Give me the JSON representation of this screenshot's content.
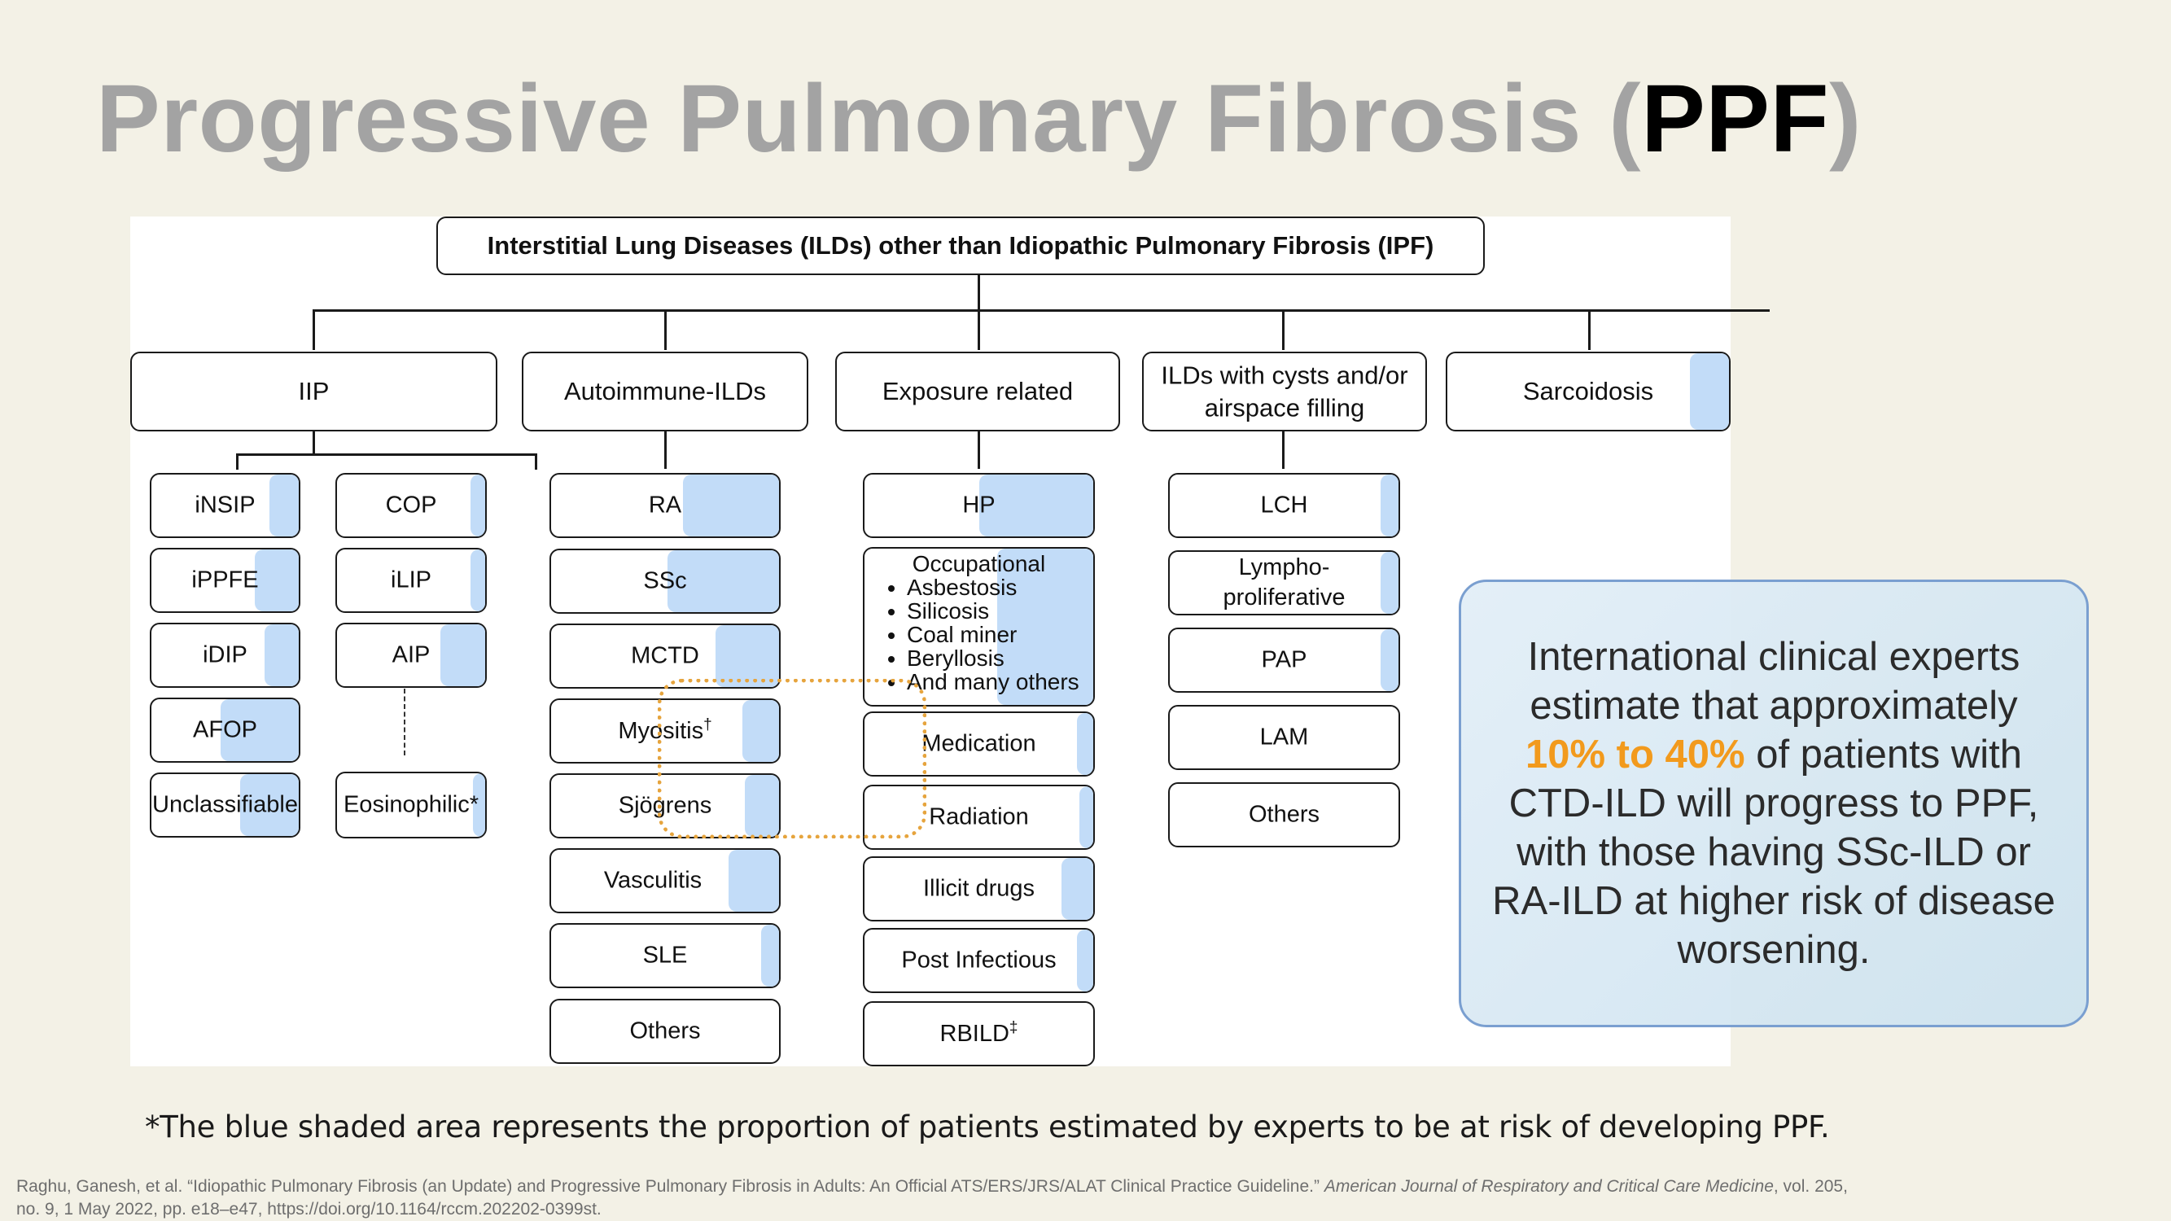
{
  "slide": {
    "title_pre": "Progressive Pulmonary Fibrosis (",
    "title_hl": "PPF",
    "title_post": ")"
  },
  "diagram": {
    "root": "Interstitial Lung Diseases (ILDs) other than Idiopathic Pulmonary Fibrosis (IPF)",
    "categories": {
      "iip": "IIP",
      "autoimmune": "Autoimmune-ILDs",
      "exposure": "Exposure related",
      "cysts_line1": "ILDs with cysts and/or",
      "cysts_line2": "airspace filling",
      "sarcoidosis": "Sarcoidosis"
    },
    "iip_col1": [
      "iNSIP",
      "iPPFE",
      "iDIP",
      "AFOP",
      "Unclassifiable"
    ],
    "iip_col2": [
      "COP",
      "iLIP",
      "AIP",
      "Eosinophilic*"
    ],
    "autoimmune": [
      "RA",
      "SSc",
      "MCTD",
      "Myositis",
      "Sjögrens",
      "Vasculitis",
      "SLE",
      "Others"
    ],
    "autoimmune_marks": {
      "myositis": "†"
    },
    "exposure": {
      "hp": "HP",
      "occupational": "Occupational",
      "occupational_items": [
        "Asbestosis",
        "Silicosis",
        "Coal miner",
        "Beryllosis",
        "And many others"
      ],
      "others": [
        "Medication",
        "Radiation",
        "Illicit drugs",
        "Post Infectious",
        "RBILD"
      ],
      "rbild_mark": "‡"
    },
    "cysts": {
      "lch": "LCH",
      "lympho_line1": "Lympho-",
      "lympho_line2": "proliferative",
      "others": [
        "PAP",
        "LAM",
        "Others"
      ]
    },
    "ppf_risk_fraction": {
      "iNSIP": 0.2,
      "iPPFE": 0.3,
      "iDIP": 0.23,
      "AFOP": 0.53,
      "Unclassifiable": 0.4,
      "COP": 0.1,
      "iLIP": 0.1,
      "AIP": 0.3,
      "Eosinophilic*": 0.08,
      "RA": 0.42,
      "SSc": 0.49,
      "MCTD": 0.28,
      "Myositis": 0.16,
      "Sjögrens": 0.15,
      "Vasculitis": 0.22,
      "SLE": 0.08,
      "Autoimmune Others": 0,
      "HP": 0.5,
      "Occupational": 0.42,
      "Medication": 0.07,
      "Radiation": 0.06,
      "Illicit drugs": 0.14,
      "Post Infectious": 0.07,
      "RBILD": 0,
      "Sarcoidosis": 0.14,
      "LCH": 0.08,
      "Lymphoproliferative": 0.08,
      "PAP": 0.08,
      "LAM": 0,
      "Cysts Others": 0
    },
    "highlight_color": "#c2dcf8",
    "dotted_highlight_color": "#e6a43d"
  },
  "callout": {
    "line1": "International clinical experts",
    "line2": "estimate that approximately",
    "highlight": "10% to 40%",
    "line3_rest": " of patients with",
    "line4": "CTD-ILD will progress to PPF,",
    "line5": "with those having SSc-ILD or",
    "line6": "RA-ILD at higher risk of disease",
    "line7": "worsening.",
    "highlight_color": "#f29a1d"
  },
  "footnote": "*The blue shaded area represents the proportion of patients estimated by experts to be at risk of developing PPF.",
  "citation": {
    "part1": "Raghu, Ganesh, et al. “Idiopathic Pulmonary Fibrosis (an Update) and Progressive Pulmonary Fibrosis in Adults: An Official ATS/ERS/JRS/ALAT Clinical Practice Guideline.” ",
    "journal": "American Journal of Respiratory and Critical Care Medicine",
    "part2": ", vol. 205,",
    "line2": "no. 9, 1 May 2022, pp. e18–e47, https://doi.org/10.1164/rccm.202202-0399st."
  }
}
